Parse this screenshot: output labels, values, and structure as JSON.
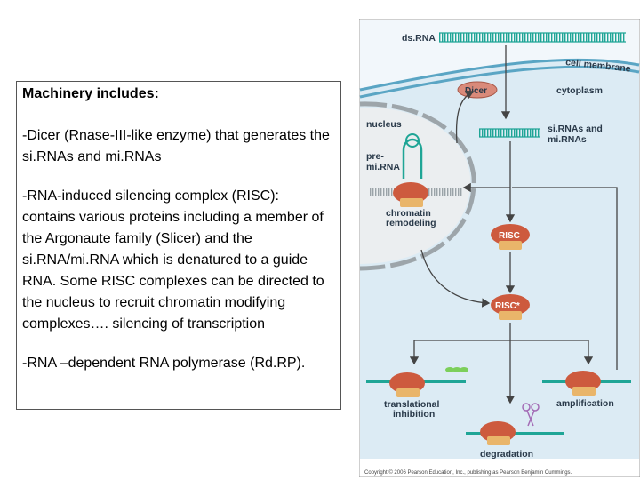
{
  "textbox": {
    "title": "Machinery includes:",
    "items": [
      "-Dicer (Rnase-III-like enzyme) that generates the si.RNAs and mi.RNAs",
      "-RNA-induced silencing complex (RISC): contains various proteins including a member of the Argonaute family (Slicer) and the si.RNA/mi.RNA which is denatured to a guide RNA. Some RISC complexes can be directed to the nucleus to recruit chromatin modifying complexes…. silencing of transcription",
      "-RNA –dependent RNA polymerase (Rd.RP)."
    ]
  },
  "diagram": {
    "dsrna": "ds.RNA",
    "cell_membrane": "cell membrane",
    "dicer": "Dicer",
    "cytoplasm": "cytoplasm",
    "nucleus": "nucleus",
    "sirnas_line1": "si.RNAs and",
    "sirnas_line2": "mi.RNAs",
    "premirna_line1": "pre-",
    "premirna_line2": "mi.RNA",
    "chromatin_line1": "chromatin",
    "chromatin_line2": "remodeling",
    "risc": "RISC",
    "risc_star": "RISC*",
    "translational_line1": "translational",
    "translational_line2": "inhibition",
    "amplification": "amplification",
    "degradation": "degradation",
    "copyright": "Copyright © 2006 Pearson Education, Inc., publishing as Pearson Benjamin Cummings.",
    "colors": {
      "cytoplasm_bg": "#dcebf4",
      "membrane": "#5aa5c4",
      "rna_strand": "#1fa596",
      "dicer_fill": "#d98a7a",
      "risc_fill": "#cd5a3e",
      "protein_base": "#e9b56a",
      "arrow": "#444444"
    }
  }
}
